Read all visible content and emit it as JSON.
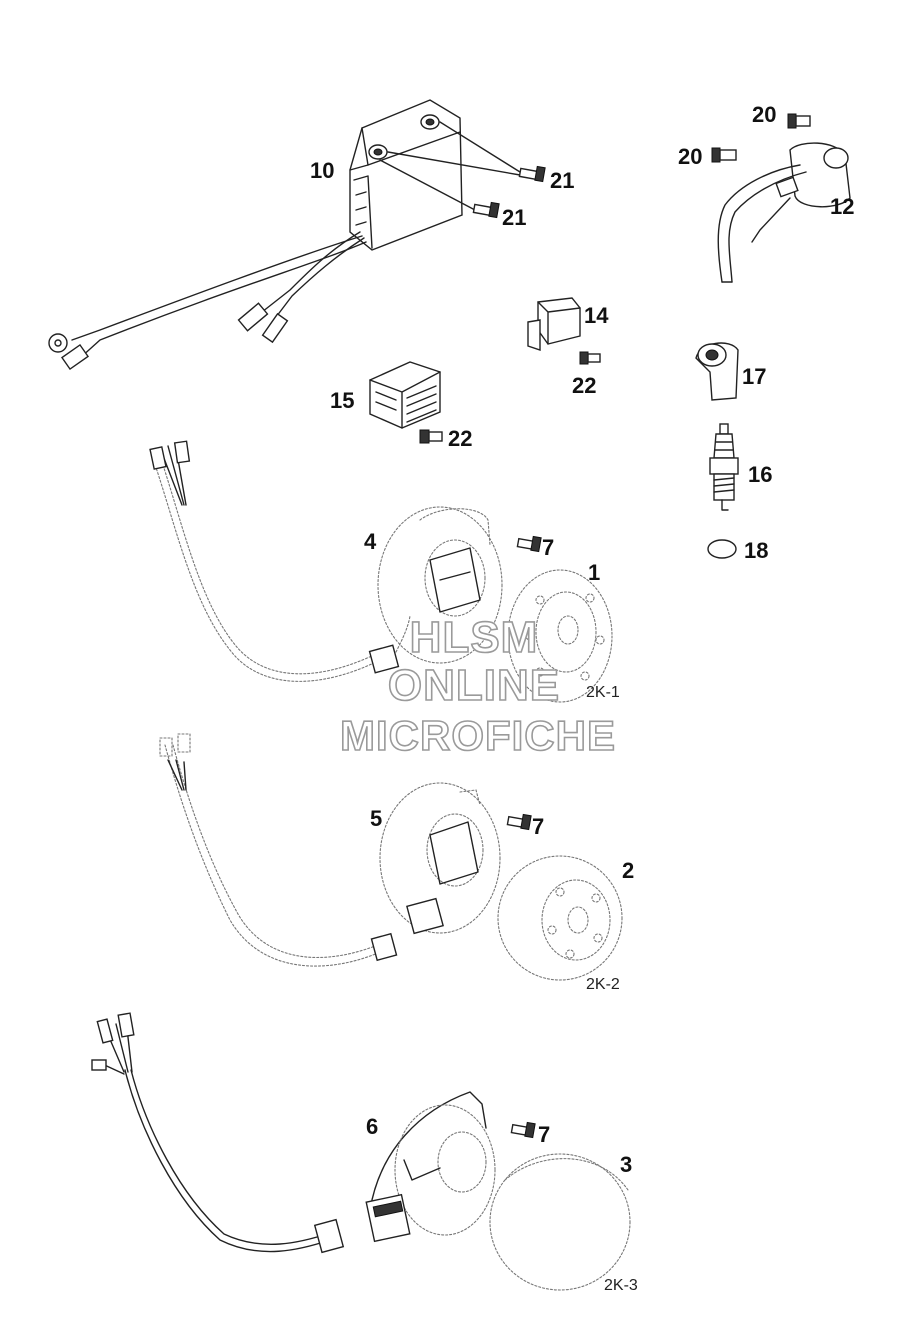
{
  "callouts": {
    "cdi_unit": "10",
    "cdi_bolt_a": "21",
    "cdi_bolt_b": "21",
    "coil_bolt_a": "20",
    "coil_bolt_b": "20",
    "ignition_coil": "12",
    "relay": "14",
    "relay_bolt": "22",
    "regulator": "15",
    "regulator_bolt": "22",
    "plug_cap": "17",
    "spark_plug": "16",
    "o_ring": "18",
    "stator_a": "4",
    "stator_a_bolt": "7",
    "rotor_a": "1",
    "stator_b": "5",
    "stator_b_bolt": "7",
    "rotor_b": "2",
    "stator_c": "6",
    "stator_c_bolt": "7",
    "rotor_c": "3"
  },
  "variants": {
    "k1": "2K-1",
    "k2": "2K-2",
    "k3": "2K-3"
  },
  "watermark": {
    "line1": "HLSM",
    "line2": "ONLINE",
    "line3": "MICROFICHE"
  }
}
